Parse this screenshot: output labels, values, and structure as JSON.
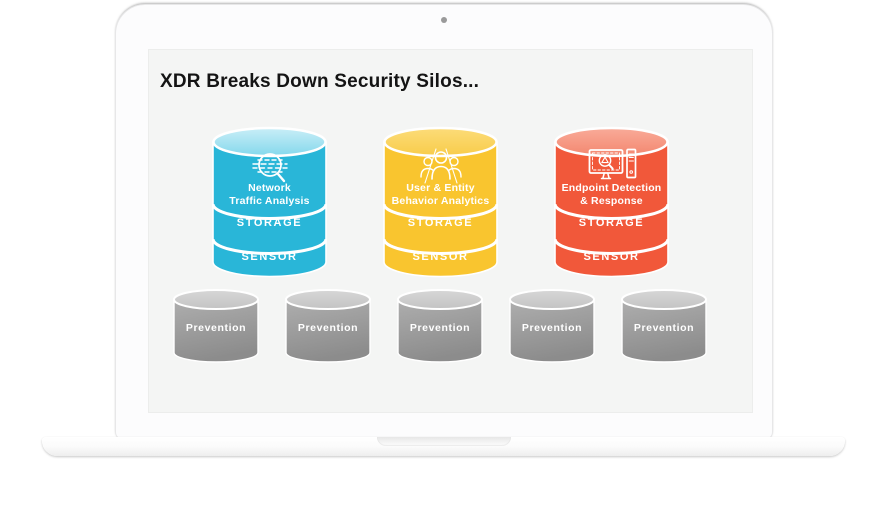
{
  "laptop": {
    "bezel_color": "#fcfcfd",
    "display_background": "#f4f5f4",
    "base_color": "#f5f5f5"
  },
  "slide": {
    "title": "XDR Breaks Down Security Silos...",
    "silos": [
      {
        "name": "Network Traffic Analysis",
        "lines": [
          "Network",
          "Traffic Analysis"
        ],
        "icon": "network-traffic-magnifier-icon",
        "body_color": "#29b6d8",
        "top_color_light": "#c9eef7",
        "top_color_dark": "#84d8ec",
        "storage_label": "STORAGE",
        "sensor_label": "SENSOR"
      },
      {
        "name": "User & Entity Behavior Analytics",
        "lines": [
          "User & Entity",
          "Behavior Analytics"
        ],
        "icon": "user-group-icon",
        "body_color": "#f9c52f",
        "top_color_light": "#fcdc79",
        "top_color_dark": "#f8cc4a",
        "storage_label": "STORAGE",
        "sensor_label": "SENSOR"
      },
      {
        "name": "Endpoint Detection & Response",
        "lines": [
          "Endpoint Detection",
          "& Response"
        ],
        "icon": "endpoint-monitor-tower-icon",
        "body_color": "#f1583a",
        "top_color_light": "#f9ab99",
        "top_color_dark": "#f3876f",
        "storage_label": "STORAGE",
        "sensor_label": "SENSOR"
      }
    ],
    "prevention": {
      "label": "Prevention",
      "count": 5,
      "body_color_light": "#aeaeae",
      "body_color_dark": "#8c8c8c",
      "top_color": "#cfcfcf"
    }
  }
}
